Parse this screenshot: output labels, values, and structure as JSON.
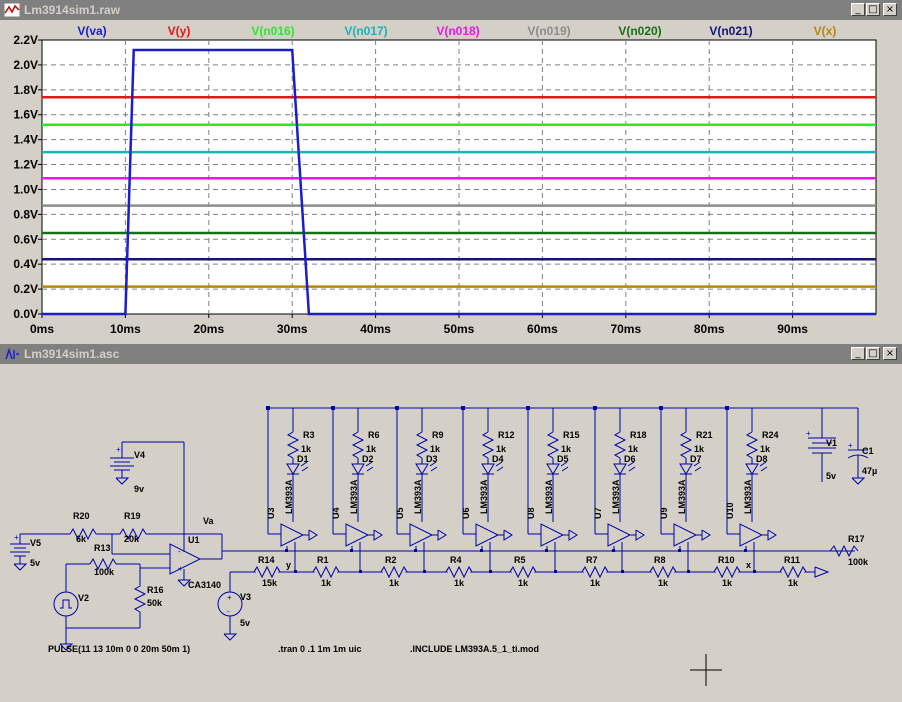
{
  "waveform_window": {
    "title": "Lm3914sim1.raw",
    "buttons": {
      "minimize": "_",
      "maximize": "□",
      "close": "×"
    }
  },
  "schematic_window": {
    "title": "Lm3914sim1.asc",
    "buttons": {
      "minimize": "_",
      "maximize": "□",
      "close": "×"
    }
  },
  "chart_data": {
    "type": "line",
    "xlabel": "",
    "ylabel": "",
    "xlim": [
      0,
      100
    ],
    "ylim": [
      0,
      2.2
    ],
    "grid": true,
    "legend": "top",
    "x_ticks": [
      "0ms",
      "10ms",
      "20ms",
      "30ms",
      "40ms",
      "50ms",
      "60ms",
      "70ms",
      "80ms",
      "90ms"
    ],
    "y_ticks": [
      "0.0V",
      "0.2V",
      "0.4V",
      "0.6V",
      "0.8V",
      "1.0V",
      "1.2V",
      "1.4V",
      "1.6V",
      "1.8V",
      "2.0V",
      "2.2V"
    ],
    "series": [
      {
        "name": "V(va)",
        "color": "#1c1ccc",
        "x": [
          0,
          10,
          11,
          30,
          32,
          100
        ],
        "y": [
          0,
          0,
          2.12,
          2.12,
          0,
          0
        ]
      },
      {
        "name": "V(y)",
        "color": "#e01818",
        "x": [
          0,
          100
        ],
        "y": [
          1.74,
          1.74
        ]
      },
      {
        "name": "V(n016)",
        "color": "#2ee62e",
        "x": [
          0,
          100
        ],
        "y": [
          1.52,
          1.52
        ]
      },
      {
        "name": "V(n017)",
        "color": "#1ab4b4",
        "x": [
          0,
          100
        ],
        "y": [
          1.3,
          1.3
        ]
      },
      {
        "name": "V(n018)",
        "color": "#e61ae6",
        "x": [
          0,
          100
        ],
        "y": [
          1.09,
          1.09
        ]
      },
      {
        "name": "V(n019)",
        "color": "#8c8c8c",
        "x": [
          0,
          100
        ],
        "y": [
          0.87,
          0.87
        ]
      },
      {
        "name": "V(n020)",
        "color": "#157015",
        "x": [
          0,
          100
        ],
        "y": [
          0.65,
          0.65
        ]
      },
      {
        "name": "V(n021)",
        "color": "#14147a",
        "x": [
          0,
          100
        ],
        "y": [
          0.44,
          0.44
        ]
      },
      {
        "name": "V(x)",
        "color": "#b8860b",
        "x": [
          0,
          100
        ],
        "y": [
          0.22,
          0.22
        ]
      }
    ]
  },
  "schematic": {
    "top_resistors": [
      {
        "name": "R3",
        "value": "1k"
      },
      {
        "name": "R6",
        "value": "1k"
      },
      {
        "name": "R9",
        "value": "1k"
      },
      {
        "name": "R12",
        "value": "1k"
      },
      {
        "name": "R15",
        "value": "1k"
      },
      {
        "name": "R18",
        "value": "1k"
      },
      {
        "name": "R21",
        "value": "1k"
      },
      {
        "name": "R24",
        "value": "1k"
      }
    ],
    "leds": [
      "D1",
      "D2",
      "D3",
      "D4",
      "D5",
      "D6",
      "D7",
      "D8"
    ],
    "comparators": [
      "U3",
      "U4",
      "U5",
      "U6",
      "U8",
      "U7",
      "U9",
      "U10"
    ],
    "comparator_model": "LM393A",
    "divider": [
      {
        "name": "R14",
        "value": "15k"
      },
      {
        "name": "R1",
        "value": "1k"
      },
      {
        "name": "R2",
        "value": "1k"
      },
      {
        "name": "R4",
        "value": "1k"
      },
      {
        "name": "R5",
        "value": "1k"
      },
      {
        "name": "R7",
        "value": "1k"
      },
      {
        "name": "R8",
        "value": "1k"
      },
      {
        "name": "R10",
        "value": "1k"
      },
      {
        "name": "R11",
        "value": "1k"
      }
    ],
    "node_y": "y",
    "node_x": "x",
    "node_va": "Va",
    "r17": {
      "name": "R17",
      "value": "100k"
    },
    "r20": {
      "name": "R20",
      "value": "6k"
    },
    "r19": {
      "name": "R19",
      "value": "20k"
    },
    "r13": {
      "name": "R13",
      "value": "100k"
    },
    "r16": {
      "name": "R16",
      "value": "50k"
    },
    "u1": {
      "name": "U1",
      "model": "CA3140"
    },
    "v1": {
      "name": "V1",
      "value": "5v"
    },
    "v3": {
      "name": "V3",
      "value": "5v"
    },
    "v4": {
      "name": "V4",
      "value": "9v"
    },
    "v5": {
      "name": "V5",
      "value": "5v"
    },
    "v2": {
      "name": "V2"
    },
    "c1": {
      "name": "C1",
      "value": "47µ"
    },
    "pulse": "PULSE(11 13 10m 0 0 20m 50m 1)",
    "tran": ".tran 0 .1 1m 1m uic",
    "include": ".INCLUDE LM393A.5_1_ti.mod"
  }
}
